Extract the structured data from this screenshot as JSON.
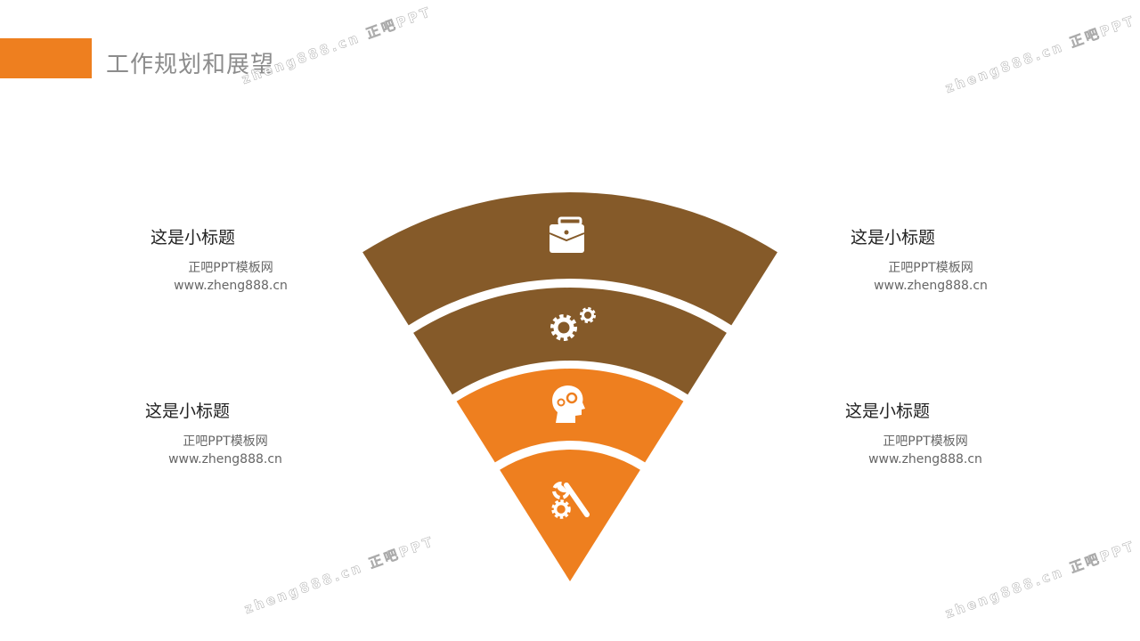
{
  "header": {
    "title": "工作规划和展望"
  },
  "items": [
    {
      "title": "这是小标题",
      "line1": "正吧PPT模板网",
      "line2": "www.zheng888.cn"
    },
    {
      "title": "这是小标题",
      "line1": "正吧PPT模板网",
      "line2": "www.zheng888.cn"
    },
    {
      "title": "这是小标题",
      "line1": "正吧PPT模板网",
      "line2": "www.zheng888.cn"
    },
    {
      "title": "这是小标题",
      "line1": "正吧PPT模板网",
      "line2": "www.zheng888.cn"
    }
  ],
  "funnel": {
    "layers": [
      {
        "icon": "briefcase-icon",
        "color": "#855a29"
      },
      {
        "icon": "gears-icon",
        "color": "#855a29"
      },
      {
        "icon": "head-gears-icon",
        "color": "#ee7f1f"
      },
      {
        "icon": "wrench-gear-icon",
        "color": "#ee7f1f"
      }
    ]
  },
  "watermark": "zheng888.cn 正吧PPT"
}
